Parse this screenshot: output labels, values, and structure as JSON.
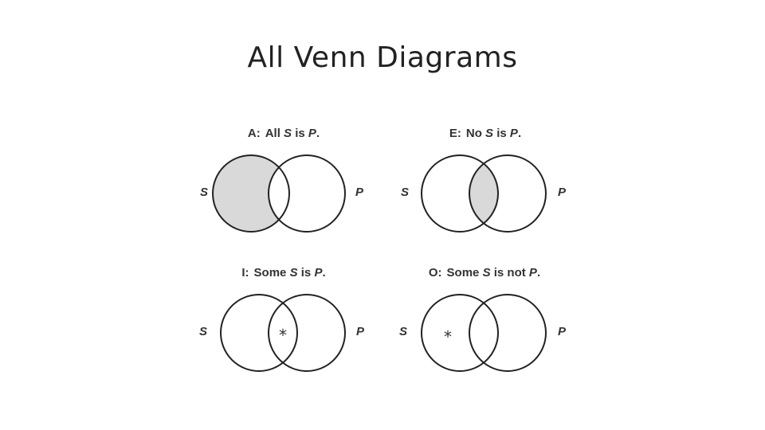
{
  "slide": {
    "title": "All Venn Diagrams"
  },
  "diagrams": [
    {
      "key": "A:",
      "pre": "All ",
      "s": "S",
      "mid": " is ",
      "p": "P",
      "post": ".",
      "left_label": "S",
      "right_label": "P",
      "shade": "s-only",
      "mark": "",
      "shade_color": "#d9d9d9"
    },
    {
      "key": "E:",
      "pre": "No ",
      "s": "S",
      "mid": " is ",
      "p": "P",
      "post": ".",
      "left_label": "S",
      "right_label": "P",
      "shade": "intersection",
      "mark": "",
      "shade_color": "#d9d9d9"
    },
    {
      "key": "I:",
      "pre": "Some ",
      "s": "S",
      "mid": " is ",
      "p": "P",
      "post": ".",
      "left_label": "S",
      "right_label": "P",
      "shade": "none",
      "mark": "*",
      "mark_region": "intersection"
    },
    {
      "key": "O:",
      "pre": "Some ",
      "s": "S",
      "mid": " is not ",
      "p": "P",
      "post": ".",
      "left_label": "S",
      "right_label": "P",
      "shade": "none",
      "mark": "*",
      "mark_region": "s-only"
    }
  ]
}
